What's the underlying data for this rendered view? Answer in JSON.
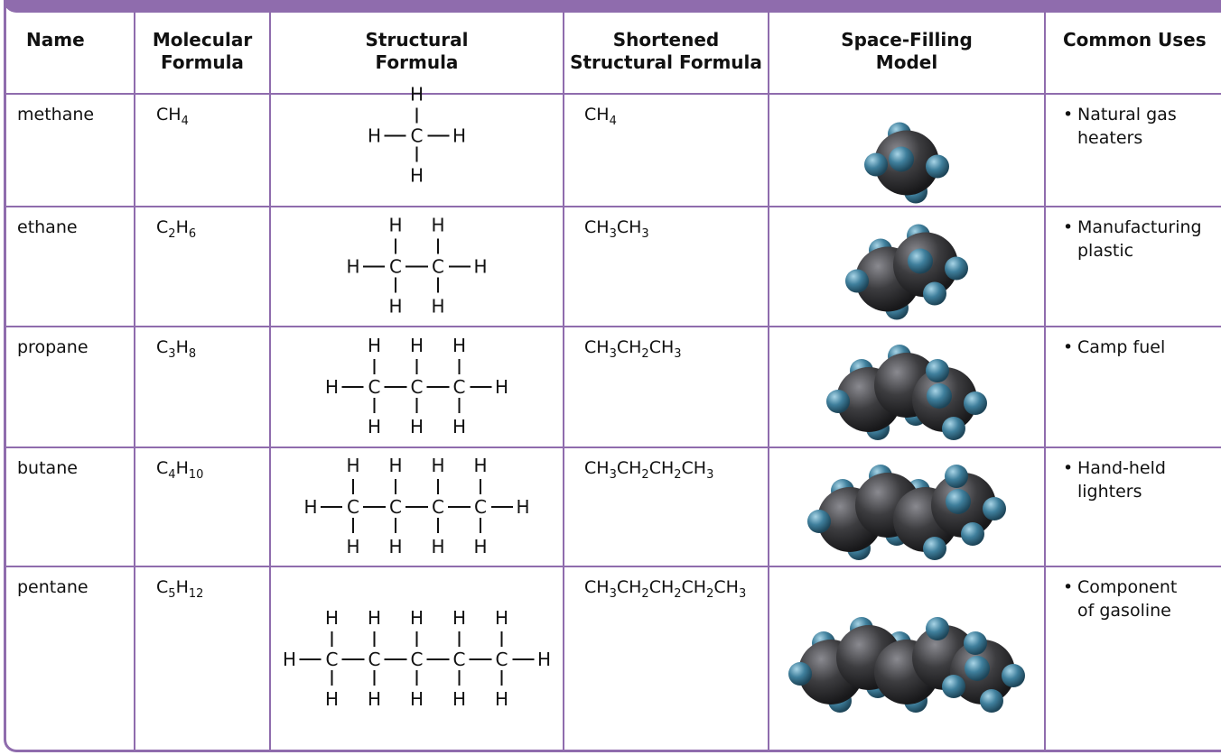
{
  "table": {
    "headers": {
      "name": [
        "Name"
      ],
      "molecular": [
        "Molecular",
        "Formula"
      ],
      "structural": [
        "Structural",
        "Formula"
      ],
      "shortened": [
        "Shortened",
        "Structural Formula"
      ],
      "space": [
        "Space-Filling",
        "Model"
      ],
      "uses": [
        "Common Uses"
      ]
    },
    "rows": [
      {
        "name": "methane",
        "molecular": [
          {
            "t": "CH"
          },
          {
            "t": "4",
            "sub": true
          }
        ],
        "carbons": 1,
        "shortened": [
          {
            "t": "CH"
          },
          {
            "t": "4",
            "sub": true
          }
        ],
        "uses": [
          "Natural gas",
          "heaters"
        ]
      },
      {
        "name": "ethane",
        "molecular": [
          {
            "t": "C"
          },
          {
            "t": "2",
            "sub": true
          },
          {
            "t": "H"
          },
          {
            "t": "6",
            "sub": true
          }
        ],
        "carbons": 2,
        "shortened": [
          {
            "t": "CH"
          },
          {
            "t": "3",
            "sub": true
          },
          {
            "t": "CH"
          },
          {
            "t": "3",
            "sub": true
          }
        ],
        "uses": [
          "Manufacturing",
          "plastic"
        ]
      },
      {
        "name": "propane",
        "molecular": [
          {
            "t": "C"
          },
          {
            "t": "3",
            "sub": true
          },
          {
            "t": "H"
          },
          {
            "t": "8",
            "sub": true
          }
        ],
        "carbons": 3,
        "shortened": [
          {
            "t": "CH"
          },
          {
            "t": "3",
            "sub": true
          },
          {
            "t": "CH"
          },
          {
            "t": "2",
            "sub": true
          },
          {
            "t": "CH"
          },
          {
            "t": "3",
            "sub": true
          }
        ],
        "uses": [
          "Camp fuel"
        ]
      },
      {
        "name": "butane",
        "molecular": [
          {
            "t": "C"
          },
          {
            "t": "4",
            "sub": true
          },
          {
            "t": "H"
          },
          {
            "t": "10",
            "sub": true
          }
        ],
        "carbons": 4,
        "shortened": [
          {
            "t": "CH"
          },
          {
            "t": "3",
            "sub": true
          },
          {
            "t": "CH"
          },
          {
            "t": "2",
            "sub": true
          },
          {
            "t": "CH"
          },
          {
            "t": "2",
            "sub": true
          },
          {
            "t": "CH"
          },
          {
            "t": "3",
            "sub": true
          }
        ],
        "uses": [
          "Hand-held",
          "lighters"
        ]
      },
      {
        "name": "pentane",
        "molecular": [
          {
            "t": "C"
          },
          {
            "t": "5",
            "sub": true
          },
          {
            "t": "H"
          },
          {
            "t": "12",
            "sub": true
          }
        ],
        "carbons": 5,
        "shortened": [
          {
            "t": "CH"
          },
          {
            "t": "3",
            "sub": true
          },
          {
            "t": "CH"
          },
          {
            "t": "2",
            "sub": true
          },
          {
            "t": "CH"
          },
          {
            "t": "2",
            "sub": true
          },
          {
            "t": "CH"
          },
          {
            "t": "2",
            "sub": true
          },
          {
            "t": "CH"
          },
          {
            "t": "3",
            "sub": true
          }
        ],
        "uses": [
          "Component",
          "of gasoline"
        ]
      }
    ],
    "atoms": {
      "carbon": "C",
      "hydrogen": "H"
    },
    "bullet": "•"
  },
  "colors": {
    "border": "#8f6cad",
    "carbon": "#3d3d40",
    "hydrogen": "#3f7f9c"
  }
}
